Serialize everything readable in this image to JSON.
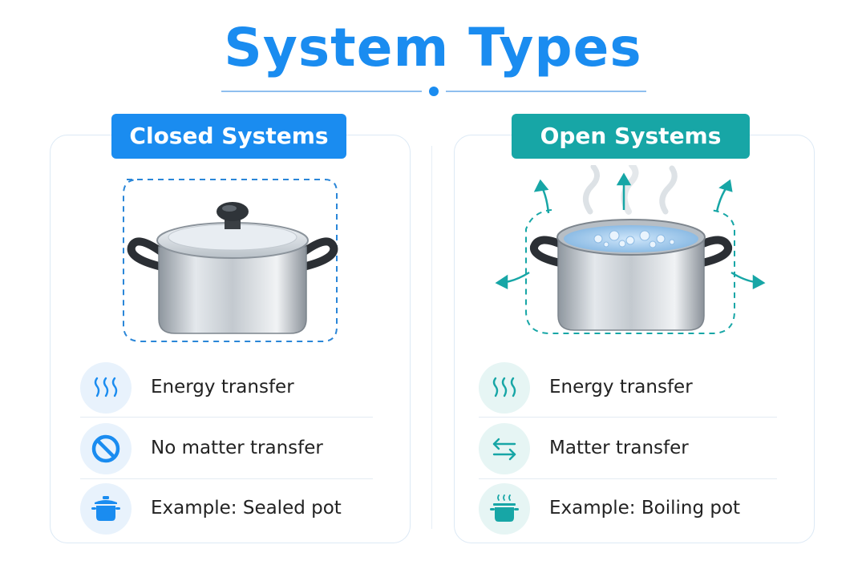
{
  "title": "System Types",
  "closed": {
    "heading": "Closed Systems",
    "color": "#1a8cf0",
    "items": [
      {
        "icon": "heat-waves-icon",
        "label": "Energy transfer"
      },
      {
        "icon": "prohibited-icon",
        "label": "No matter transfer"
      },
      {
        "icon": "pot-icon",
        "label": "Example: Sealed pot"
      }
    ]
  },
  "open": {
    "heading": "Open Systems",
    "color": "#17a6a6",
    "items": [
      {
        "icon": "heat-waves-icon",
        "label": "Energy transfer"
      },
      {
        "icon": "exchange-arrows-icon",
        "label": "Matter transfer"
      },
      {
        "icon": "steaming-pot-icon",
        "label": "Example: Boiling pot"
      }
    ]
  }
}
